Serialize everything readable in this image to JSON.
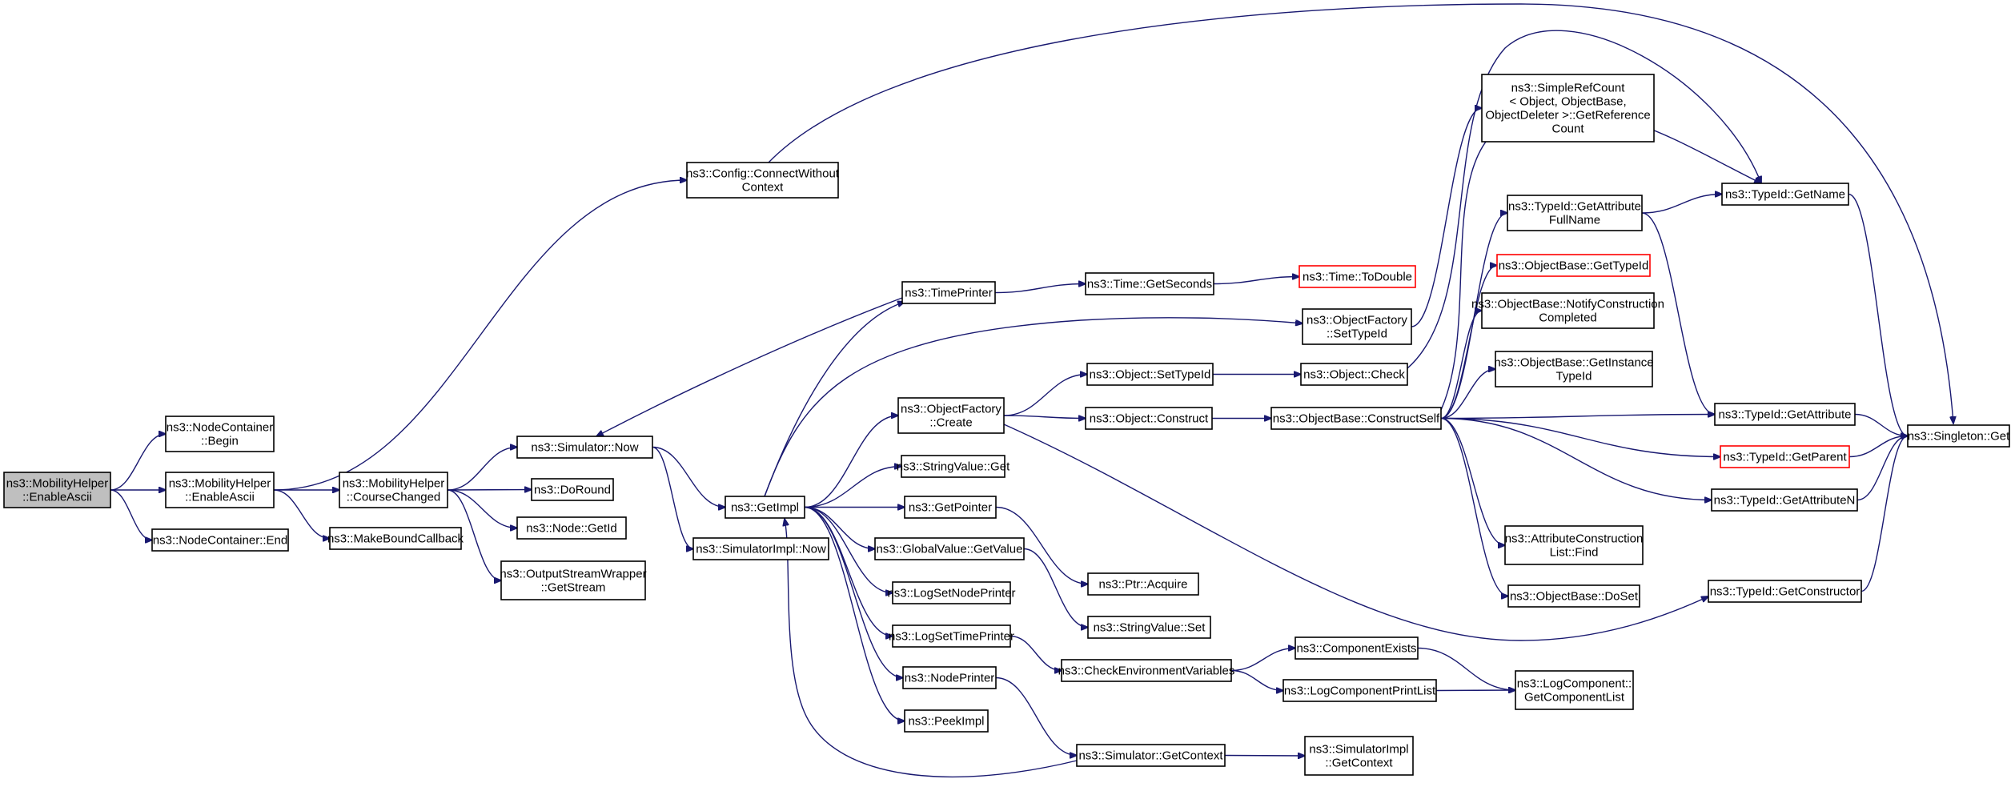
{
  "diagram": {
    "colors": {
      "edge": "#191970",
      "node_border": "#000000",
      "node_border_missing": "#ff0000",
      "root_fill": "#bfbfbf",
      "background": "#ffffff"
    },
    "nodes": [
      {
        "id": "root",
        "lines": [
          "ns3::MobilityHelper",
          "::EnableAscii"
        ],
        "style": "root"
      },
      {
        "id": "nc_begin",
        "lines": [
          "ns3::NodeContainer",
          "::Begin"
        ]
      },
      {
        "id": "mh_enable",
        "lines": [
          "ns3::MobilityHelper",
          "::EnableAscii"
        ]
      },
      {
        "id": "nc_end",
        "lines": [
          "ns3::NodeContainer::End"
        ]
      },
      {
        "id": "cfg_connect",
        "lines": [
          "ns3::Config::ConnectWithout",
          "Context"
        ]
      },
      {
        "id": "mh_course",
        "lines": [
          "ns3::MobilityHelper",
          "::CourseChanged"
        ]
      },
      {
        "id": "make_bound",
        "lines": [
          "ns3::MakeBoundCallback"
        ]
      },
      {
        "id": "sim_now",
        "lines": [
          "ns3::Simulator::Now"
        ]
      },
      {
        "id": "doround",
        "lines": [
          "ns3::DoRound"
        ]
      },
      {
        "id": "node_getid",
        "lines": [
          "ns3::Node::GetId"
        ]
      },
      {
        "id": "osw_getstream",
        "lines": [
          "ns3::OutputStreamWrapper",
          "::GetStream"
        ]
      },
      {
        "id": "getimpl",
        "lines": [
          "ns3::GetImpl"
        ]
      },
      {
        "id": "simimpl_now",
        "lines": [
          "ns3::SimulatorImpl::Now"
        ]
      },
      {
        "id": "timeprinter",
        "lines": [
          "ns3::TimePrinter"
        ]
      },
      {
        "id": "objfactory_create",
        "lines": [
          "ns3::ObjectFactory",
          "::Create"
        ]
      },
      {
        "id": "stringvalue_get",
        "lines": [
          "ns3::StringValue::Get"
        ]
      },
      {
        "id": "getpointer",
        "lines": [
          "ns3::GetPointer"
        ]
      },
      {
        "id": "globalvalue_getvalue",
        "lines": [
          "ns3::GlobalValue::GetValue"
        ]
      },
      {
        "id": "logsetnodeprinter",
        "lines": [
          "ns3::LogSetNodePrinter"
        ]
      },
      {
        "id": "logsettimeprinter",
        "lines": [
          "ns3::LogSetTimePrinter"
        ]
      },
      {
        "id": "nodeprinter",
        "lines": [
          "ns3::NodePrinter"
        ]
      },
      {
        "id": "peekimpl",
        "lines": [
          "ns3::PeekImpl"
        ]
      },
      {
        "id": "time_getseconds",
        "lines": [
          "ns3::Time::GetSeconds"
        ]
      },
      {
        "id": "object_settypeid",
        "lines": [
          "ns3::Object::SetTypeId"
        ]
      },
      {
        "id": "object_construct",
        "lines": [
          "ns3::Object::Construct"
        ]
      },
      {
        "id": "ptr_acquire",
        "lines": [
          "ns3::Ptr::Acquire"
        ]
      },
      {
        "id": "stringvalue_set",
        "lines": [
          "ns3::StringValue::Set"
        ]
      },
      {
        "id": "checkenv",
        "lines": [
          "ns3::CheckEnvironmentVariables"
        ]
      },
      {
        "id": "sim_getcontext",
        "lines": [
          "ns3::Simulator::GetContext"
        ]
      },
      {
        "id": "time_todouble",
        "lines": [
          "ns3::Time::ToDouble"
        ],
        "style": "missing"
      },
      {
        "id": "objfactory_settypeid",
        "lines": [
          "ns3::ObjectFactory",
          "::SetTypeId"
        ]
      },
      {
        "id": "object_check",
        "lines": [
          "ns3::Object::Check"
        ]
      },
      {
        "id": "objbase_constructself",
        "lines": [
          "ns3::ObjectBase::ConstructSelf"
        ]
      },
      {
        "id": "componentexists",
        "lines": [
          "ns3::ComponentExists"
        ]
      },
      {
        "id": "logcomponentprintlist",
        "lines": [
          "ns3::LogComponentPrintList"
        ]
      },
      {
        "id": "simimpl_getcontext",
        "lines": [
          "ns3::SimulatorImpl",
          "::GetContext"
        ]
      },
      {
        "id": "simplerefcount",
        "lines": [
          "ns3::SimpleRefCount",
          "< Object, ObjectBase,",
          "ObjectDeleter >::GetReference",
          "Count"
        ]
      },
      {
        "id": "typeid_getattrfullname",
        "lines": [
          "ns3::TypeId::GetAttribute",
          "FullName"
        ]
      },
      {
        "id": "objbase_gettypeid",
        "lines": [
          "ns3::ObjectBase::GetTypeId"
        ],
        "style": "missing"
      },
      {
        "id": "objbase_notify",
        "lines": [
          "ns3::ObjectBase::NotifyConstruction",
          "Completed"
        ]
      },
      {
        "id": "objbase_getinstance",
        "lines": [
          "ns3::ObjectBase::GetInstance",
          "TypeId"
        ]
      },
      {
        "id": "attrconstruction_find",
        "lines": [
          "ns3::AttributeConstruction",
          "List::Find"
        ]
      },
      {
        "id": "objbase_doset",
        "lines": [
          "ns3::ObjectBase::DoSet"
        ]
      },
      {
        "id": "logcomponent_getlist",
        "lines": [
          "ns3::LogComponent::",
          "GetComponentList"
        ]
      },
      {
        "id": "typeid_getname",
        "lines": [
          "ns3::TypeId::GetName"
        ]
      },
      {
        "id": "typeid_getattribute",
        "lines": [
          "ns3::TypeId::GetAttribute"
        ]
      },
      {
        "id": "typeid_getparent",
        "lines": [
          "ns3::TypeId::GetParent"
        ],
        "style": "missing"
      },
      {
        "id": "typeid_getattributen",
        "lines": [
          "ns3::TypeId::GetAttributeN"
        ]
      },
      {
        "id": "typeid_getconstructor",
        "lines": [
          "ns3::TypeId::GetConstructor"
        ]
      },
      {
        "id": "singleton_get",
        "lines": [
          "ns3::Singleton::Get"
        ]
      }
    ]
  }
}
